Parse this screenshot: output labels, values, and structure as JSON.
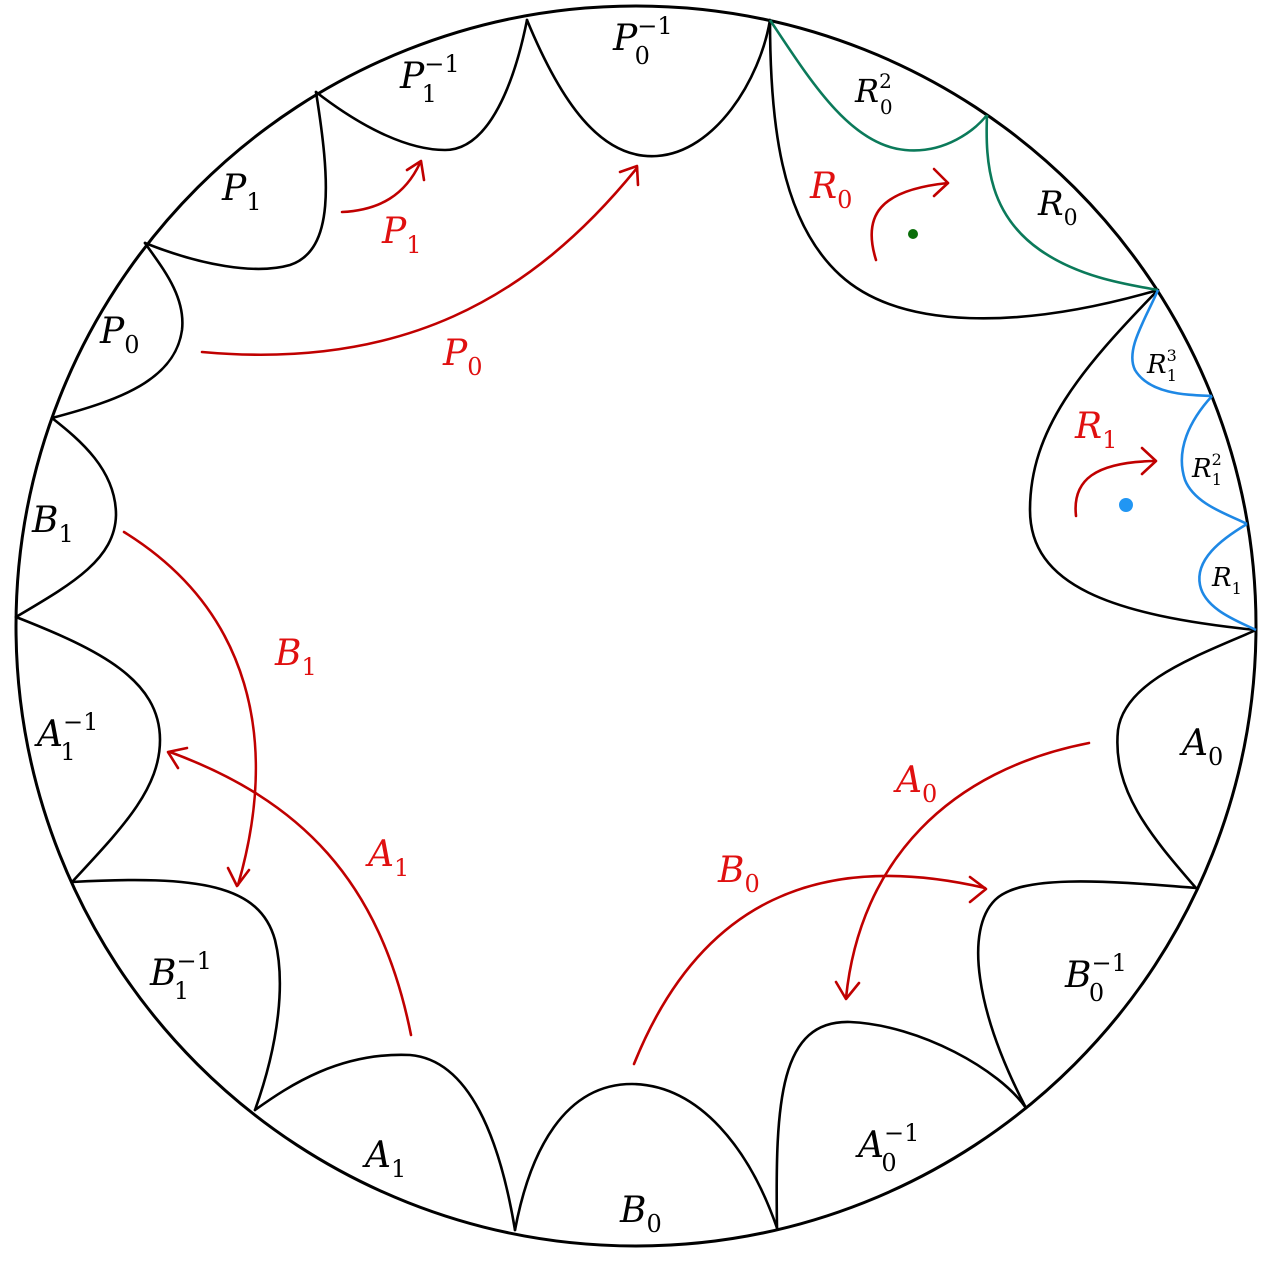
{
  "colors": {
    "boundary": "#000000",
    "arrow": "#c00000",
    "arrow_label": "#e01010",
    "r0_orbit": "#0b7a5a",
    "r1_orbit": "#1e88e5",
    "r0_fixed_point": "#0a6e0a",
    "r1_fixed_point": "#2196f3"
  },
  "side_labels": {
    "p0_inv": {
      "base": "P",
      "sub": "0",
      "sup": "−1"
    },
    "p1_inv": {
      "base": "P",
      "sub": "1",
      "sup": "−1"
    },
    "p1": {
      "base": "P",
      "sub": "1",
      "sup": ""
    },
    "p0": {
      "base": "P",
      "sub": "0",
      "sup": ""
    },
    "b1": {
      "base": "B",
      "sub": "1",
      "sup": ""
    },
    "a1_inv": {
      "base": "A",
      "sub": "1",
      "sup": "−1"
    },
    "b1_inv": {
      "base": "B",
      "sub": "1",
      "sup": "−1"
    },
    "a1": {
      "base": "A",
      "sub": "1",
      "sup": ""
    },
    "b0": {
      "base": "B",
      "sub": "0",
      "sup": ""
    },
    "a0_inv": {
      "base": "A",
      "sub": "0",
      "sup": "−1"
    },
    "b0_inv": {
      "base": "B",
      "sub": "0",
      "sup": "−1"
    },
    "a0": {
      "base": "A",
      "sub": "0",
      "sup": ""
    },
    "r0_sq": {
      "base": "R",
      "sub": "0",
      "sup": "2"
    },
    "r0": {
      "base": "R",
      "sub": "0",
      "sup": ""
    },
    "r1_cube": {
      "base": "R",
      "sub": "1",
      "sup": "3"
    },
    "r1_sq": {
      "base": "R",
      "sub": "1",
      "sup": "2"
    },
    "r1": {
      "base": "R",
      "sub": "1",
      "sup": ""
    }
  },
  "arrow_labels": {
    "p1": {
      "base": "P",
      "sub": "1"
    },
    "p0": {
      "base": "P",
      "sub": "0"
    },
    "r0": {
      "base": "R",
      "sub": "0"
    },
    "r1": {
      "base": "R",
      "sub": "1"
    },
    "b1": {
      "base": "B",
      "sub": "1"
    },
    "a1": {
      "base": "A",
      "sub": "1"
    },
    "b0": {
      "base": "B",
      "sub": "0"
    },
    "a0": {
      "base": "A",
      "sub": "0"
    }
  }
}
